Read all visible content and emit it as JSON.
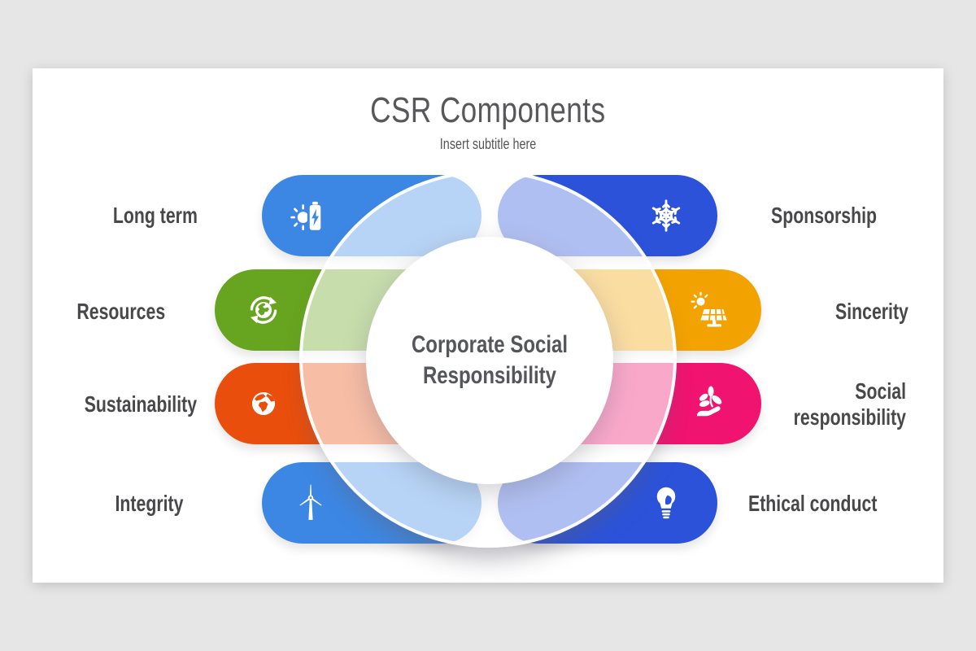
{
  "slide": {
    "title": "CSR Components",
    "subtitle": "Insert subtitle here"
  },
  "center": {
    "title": "Corporate Social Responsibility"
  },
  "items": [
    {
      "id": "long-term",
      "label": "Long term",
      "side": "left",
      "row": 1,
      "color": "#3d87e4",
      "icon": "solar-battery-icon"
    },
    {
      "id": "resources",
      "label": "Resources",
      "side": "left",
      "row": 2,
      "color": "#67a41f",
      "icon": "recycle-globe-icon"
    },
    {
      "id": "sustainability",
      "label": "Sustainability",
      "side": "left",
      "row": 3,
      "color": "#e94e0c",
      "icon": "earth-globe-icon"
    },
    {
      "id": "integrity",
      "label": "Integrity",
      "side": "left",
      "row": 4,
      "color": "#3d87e4",
      "icon": "wind-turbine-icon"
    },
    {
      "id": "sponsorship",
      "label": "Sponsorship",
      "side": "right",
      "row": 1,
      "color": "#2b52d9",
      "icon": "snowflake-icon"
    },
    {
      "id": "sincerity",
      "label": "Sincerity",
      "side": "right",
      "row": 2,
      "color": "#f2a201",
      "icon": "solar-panel-icon"
    },
    {
      "id": "social-responsibility",
      "label": "Social responsibility",
      "side": "right",
      "row": 3,
      "color": "#f01370",
      "icon": "plant-hand-icon"
    },
    {
      "id": "ethical-conduct",
      "label": "Ethical conduct",
      "side": "right",
      "row": 4,
      "color": "#2b52d9",
      "icon": "bulb-leaf-icon"
    }
  ],
  "palette": {
    "canvas_background": "#e6e6e6",
    "slide_background": "#ffffff",
    "title_text": "#58585a",
    "label_text": "#48484a",
    "center_text": "#55565a",
    "ring_overlay": "rgba(255,255,255,0.63)"
  }
}
